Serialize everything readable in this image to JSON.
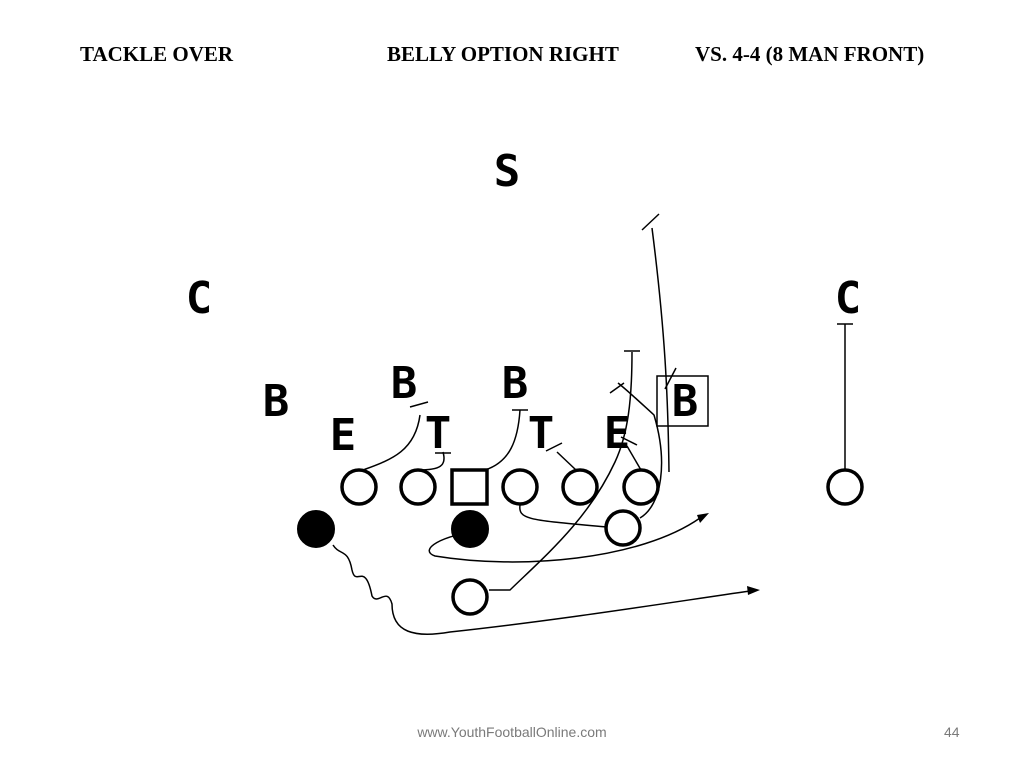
{
  "slide": {
    "formation": "TACKLE OVER",
    "play": "BELLY OPTION RIGHT",
    "opponent": "VS. 4-4 (8 MAN FRONT)",
    "footer_url": "www.YouthFootballOnline.com",
    "page_number": "44"
  },
  "diagram": {
    "defense_labels": {
      "safety": "S",
      "corner": "C",
      "backer": "B",
      "end": "E",
      "tackle": "T"
    },
    "colors": {
      "ink": "#000000",
      "fill": "#ffffff"
    }
  }
}
